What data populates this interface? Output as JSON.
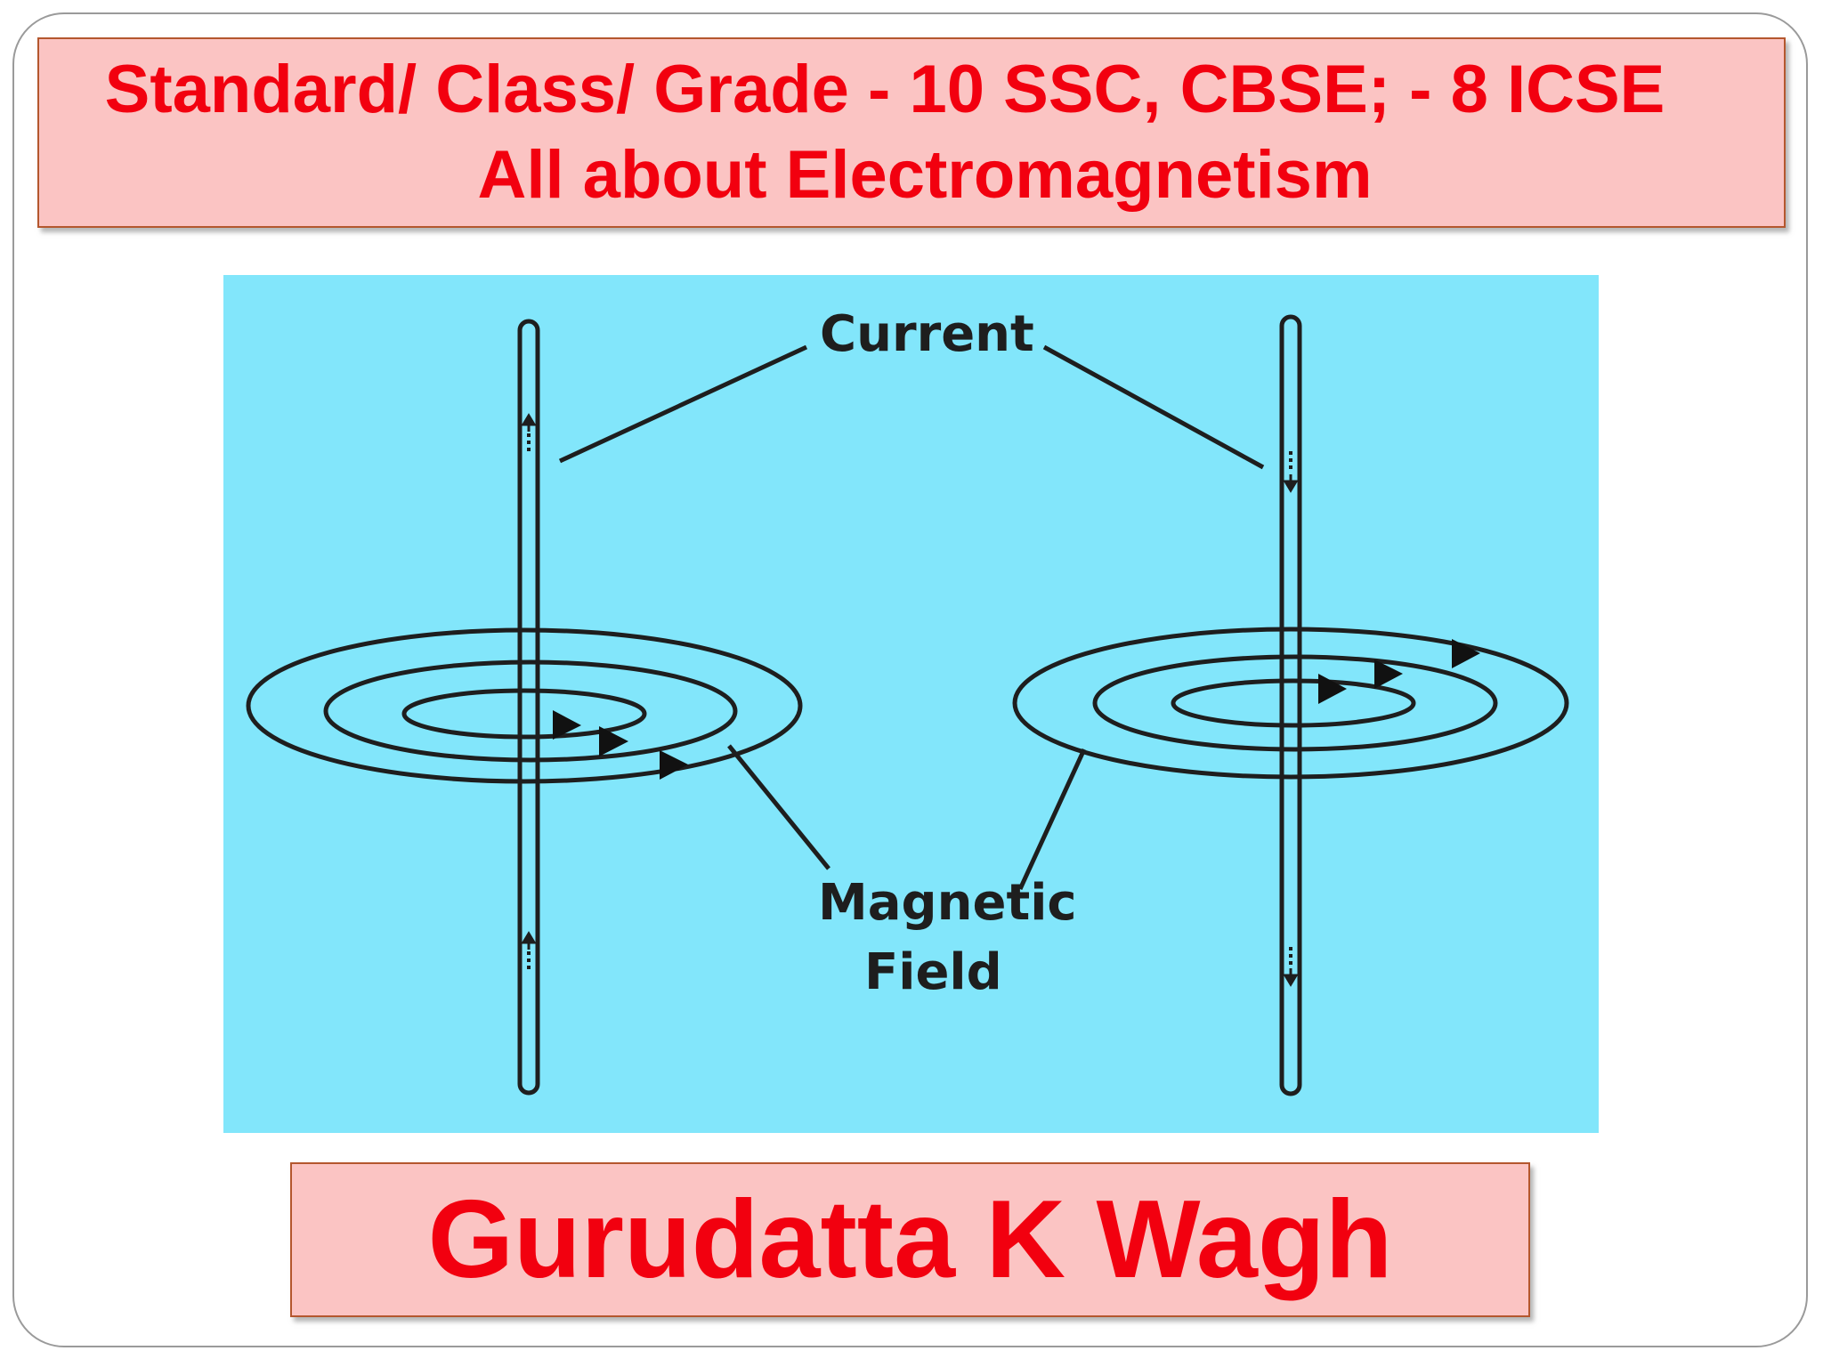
{
  "slide": {
    "title_line_1": "Standard/ Class/ Grade - 10 SSC, CBSE; - 8 ICSE",
    "title_line_2": "All about Electromagnetism",
    "author": "Gurudatta K Wagh"
  },
  "diagram": {
    "label_current": "Current",
    "label_magnetic": "Magnetic",
    "label_field": "Field"
  },
  "colors": {
    "title_text": "#f2000f",
    "box_fill": "#fbc4c3",
    "box_border": "#b4572e",
    "diagram_background": "#82e6fb",
    "line_color": "#1e1e1e"
  }
}
